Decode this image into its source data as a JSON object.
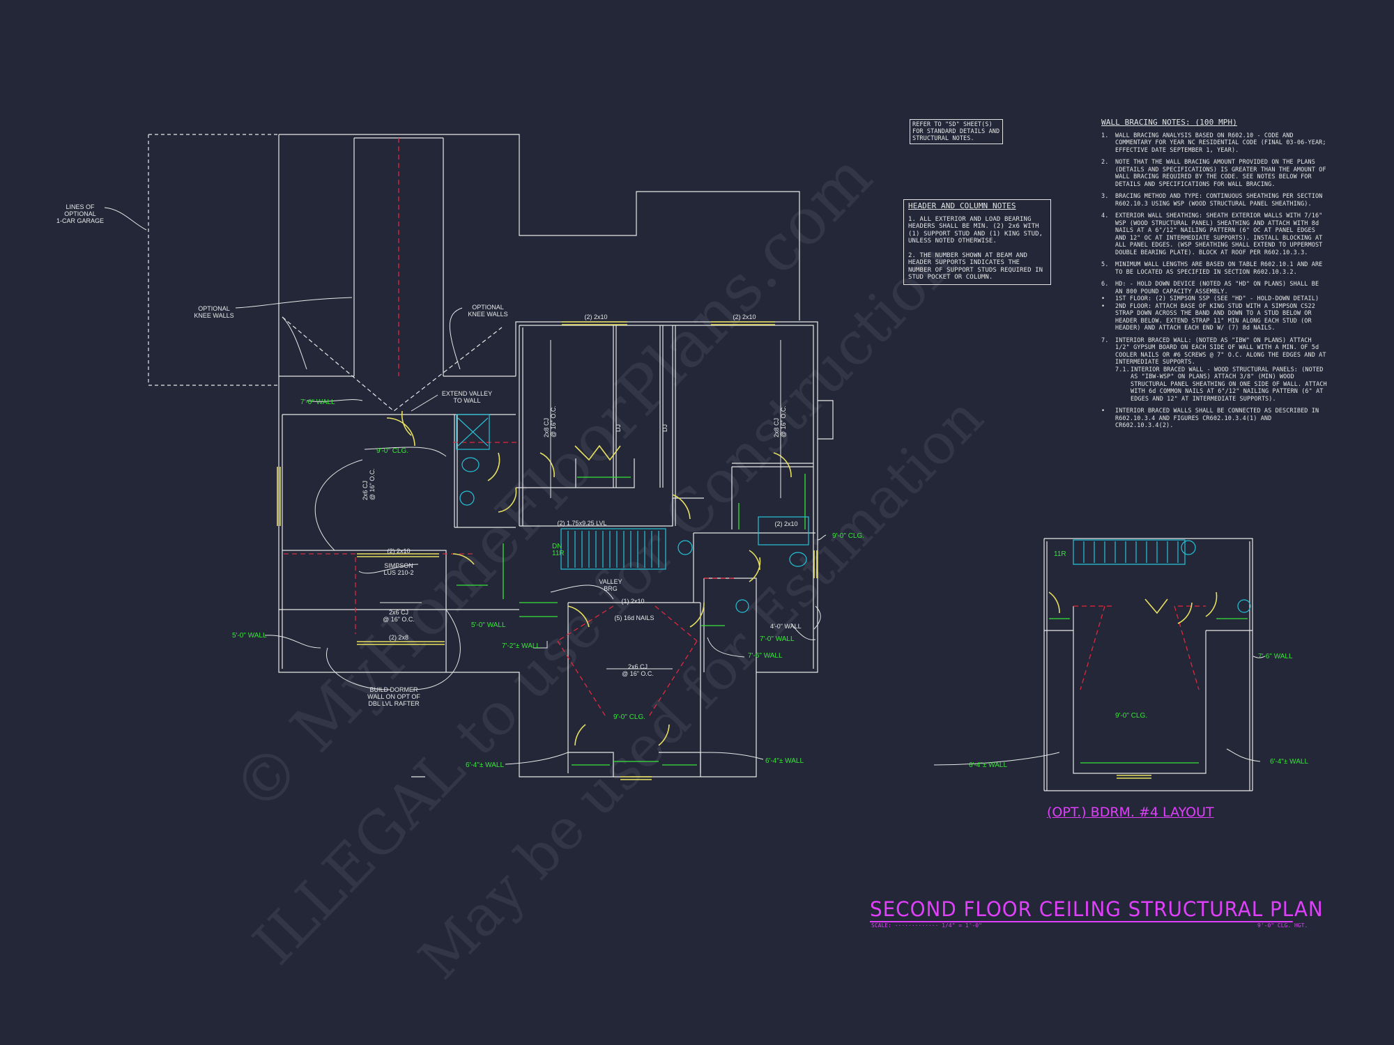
{
  "colors": {
    "background": "#232738",
    "lines": "#e8e8e8",
    "walls_green": "#39e639",
    "headers_yellow": "#e8e060",
    "stairs_cyan": "#25c4d9",
    "beams_red": "#e0283c",
    "titles_magenta": "#e040fb"
  },
  "refer_note": "REFER TO \"SD\" SHEET(S) FOR STANDARD DETAILS AND STRUCTURAL NOTES.",
  "header_notes": {
    "title": "HEADER AND COLUMN NOTES",
    "items": [
      "1. ALL EXTERIOR AND LOAD BEARING HEADERS SHALL BE MIN. (2) 2x6 WITH (1) SUPPORT STUD AND (1) KING STUD, UNLESS NOTED OTHERWISE.",
      "2. THE NUMBER SHOWN AT BEAM AND HEADER SUPPORTS INDICATES THE NUMBER OF SUPPORT STUDS REQUIRED IN STUD POCKET OR COLUMN."
    ]
  },
  "wall_bracing": {
    "title": "WALL BRACING NOTES: (100 MPH)",
    "items": [
      {
        "n": "1.",
        "t": "WALL BRACING ANALYSIS BASED ON R602.10 - CODE AND COMMENTARY FOR YEAR NC RESIDENTIAL CODE (FINAL 03-06-YEAR; EFFECTIVE DATE SEPTEMBER 1, YEAR)."
      },
      {
        "n": "2.",
        "t": "NOTE THAT THE WALL BRACING AMOUNT PROVIDED ON THE PLANS (DETAILS AND SPECIFICATIONS) IS GREATER THAN THE AMOUNT OF WALL BRACING REQUIRED BY THE CODE. SEE NOTES BELOW FOR DETAILS AND SPECIFICATIONS FOR WALL BRACING."
      },
      {
        "n": "3.",
        "t": "BRACING METHOD AND TYPE: CONTINUOUS SHEATHING PER SECTION R602.10.3 USING WSP (WOOD STRUCTURAL PANEL SHEATHING)."
      },
      {
        "n": "4.",
        "t": "EXTERIOR WALL SHEATHING: SHEATH EXTERIOR WALLS WITH 7/16\" WSP (WOOD STRUCTURAL PANEL) SHEATHING AND ATTACH WITH 8d NAILS AT A 6\"/12\" NAILING PATTERN (6\" OC AT PANEL EDGES AND 12\" OC AT INTERMEDIATE SUPPORTS). INSTALL BLOCKING AT ALL PANEL EDGES. (WSP SHEATHING SHALL EXTEND TO UPPERMOST DOUBLE BEARING PLATE). BLOCK AT ROOF PER R602.10.3.3."
      },
      {
        "n": "5.",
        "t": "MINIMUM WALL LENGTHS ARE BASED ON TABLE R602.10.1 AND ARE TO BE LOCATED AS SPECIFIED IN SECTION R602.10.3.2."
      },
      {
        "n": "6.",
        "t": "HD: - HOLD DOWN DEVICE (NOTED AS \"HD\" ON PLANS) SHALL BE AN 800 POUND CAPACITY ASSEMBLY."
      },
      {
        "n": "•",
        "t": "1ST FLOOR: (2) SIMPSON SSP (SEE \"HD\" - HOLD-DOWN DETAIL)"
      },
      {
        "n": "•",
        "t": "2ND FLOOR: ATTACH BASE OF KING STUD WITH A SIMPSON CS22 STRAP DOWN ACROSS THE BAND AND DOWN TO A STUD BELOW OR HEADER BELOW. EXTEND STRAP 11\" MIN ALONG EACH STUD (OR HEADER) AND ATTACH EACH END W/ (7) 8d NAILS."
      },
      {
        "n": "7.",
        "t": "INTERIOR BRACED WALL: (NOTED AS \"IBW\" ON PLANS) ATTACH 1/2\" GYPSUM BOARD ON EACH SIDE OF WALL WITH A MIN. OF 5d COOLER NAILS OR #6 SCREWS @ 7\" O.C. ALONG THE EDGES AND AT INTERMEDIATE SUPPORTS."
      },
      {
        "n": "7.1.",
        "t": "INTERIOR BRACED WALL - WOOD STRUCTURAL PANELS: (NOTED AS \"IBW-WSP\" ON PLANS) ATTACH 3/8\" (MIN) WOOD STRUCTURAL PANEL SHEATHING ON ONE SIDE OF WALL. ATTACH WITH 6d COMMON NAILS AT 6\"/12\" NAILING PATTERN (6\" AT EDGES AND 12\" AT INTERMEDIATE SUPPORTS)."
      },
      {
        "n": "•",
        "t": "INTERIOR BRACED WALLS SHALL BE CONNECTED AS DESCRIBED IN R602.10.3.4 AND FIGURES CR602.10.3.4(1) AND CR602.10.3.4(2)."
      }
    ]
  },
  "title": {
    "main": "SECOND FLOOR CEILING STRUCTURAL PLAN",
    "scale": "SCALE: ············· 1/4\" = 1'-0\"",
    "height": "9'-0\" CLG. HGT."
  },
  "opt_title": "(OPT.) BDRM. #4 LAYOUT",
  "labels": {
    "lines_garage": [
      "LINES OF",
      "OPTIONAL",
      "1-CAR GARAGE"
    ],
    "knee_walls_left": [
      "OPTIONAL",
      "KNEE WALLS"
    ],
    "knee_walls_right": [
      "OPTIONAL",
      "KNEE WALLS"
    ],
    "extend_valley": [
      "EXTEND VALLEY",
      "TO WALL"
    ],
    "simpson": [
      "SIMPSON",
      "LUS 210-2"
    ],
    "build_dormer": [
      "BUILD DORMER",
      "WALL ON OPT OF",
      "DBL LVL RAFTER"
    ],
    "valley_brg": [
      "VALLEY",
      "BRG"
    ],
    "nails": "(5) 16d NAILS",
    "lvl": "(2) 1.75x9.25 LVL",
    "hdr_2x10": "(2) 2x10",
    "hdr_2x8": "(2) 2x8",
    "hdr_1_2x10": "(1) 2x10",
    "cj_2x6": [
      "2x6 CJ",
      "@ 16\" O.C."
    ],
    "cj_2x8": [
      "2x8 CJ",
      "@ 16\" O.C."
    ],
    "dj": "DJ",
    "up_dn": [
      "DN",
      "11R"
    ],
    "opt_11r": "11R",
    "w_7_0": "7'-0\" WALL",
    "w_5_0": "5'-0\" WALL",
    "w_7_2": "7'-2\"± WALL",
    "w_7_6": "7'-6\" WALL",
    "w_4_0": "4'-0\" WALL",
    "w_6_4": "6'-4\"± WALL",
    "clg_9_0": "9'-0\" CLG."
  },
  "watermarks": [
    "© MyHomeFloorPlans.com",
    "ILLEGAL to use for Construction",
    "May be used for Estimation"
  ]
}
